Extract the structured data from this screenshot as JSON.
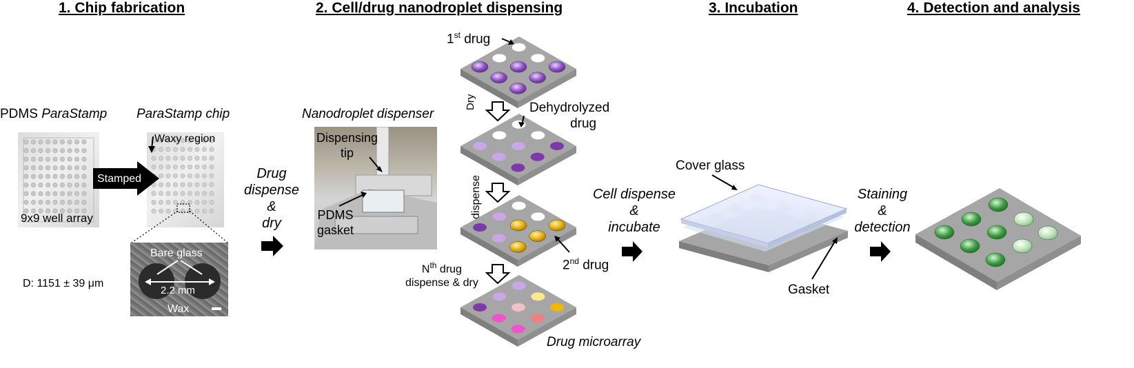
{
  "headings": {
    "step1": "1. Chip fabrication",
    "step2": "2. Cell/drug nanodroplet dispensing",
    "step3": "3. Incubation",
    "step4": "4. Detection and analysis"
  },
  "step1": {
    "pdms_prefix": "PDMS ",
    "pdms_italic": "ParaStamp",
    "chip_label": "ParaStamp chip",
    "well_array": "9x9 well array",
    "stamped_arrow": "Stamped",
    "waxy_region": "Waxy region",
    "bare_glass": "Bare glass",
    "gap_mm": "2.2 mm",
    "wax": "Wax",
    "diameter": "D: 1151 ± 39 μm"
  },
  "arrow1": {
    "line1": "Drug",
    "line2": "dispense",
    "line3": "&",
    "line4": "dry"
  },
  "step2": {
    "dispenser_title": "Nanodroplet dispenser",
    "dispensing_tip_1": "Dispensing",
    "dispensing_tip_2": "tip",
    "pdms_gasket_1": "PDMS",
    "pdms_gasket_2": "gasket",
    "first_drug_base": "1",
    "first_drug_sup": "st",
    "first_drug_tail": " drug",
    "dry": "Dry",
    "dehydrolyzed_1": "Dehydrolyzed",
    "dehydrolyzed_2": "drug",
    "dispense": "dispense",
    "second_drug_base": "2",
    "second_drug_sup": "nd",
    "second_drug_tail": " drug",
    "nth_drug_base": "N",
    "nth_drug_sup": "th",
    "nth_drug_tail": " drug",
    "nth_drug_line2": "dispense & dry",
    "drug_microarray": "Drug microarray"
  },
  "arrow2": {
    "line1": "Cell dispense",
    "line2": "&",
    "line3": "incubate"
  },
  "step3": {
    "cover_glass": "Cover glass",
    "gasket": "Gasket"
  },
  "arrow3": {
    "line1": "Staining",
    "line2": "&",
    "line3": "detection"
  },
  "colors": {
    "plate": "#a6a6a6",
    "plate_side": "#7f7f7f",
    "purple": "#7a3aa8",
    "light_purple": "#c9a6e6",
    "gold": "#e0a800",
    "pink": "#ee55cc",
    "salmon": "#f08080",
    "light_pink": "#f4c0c8",
    "pale_yellow": "#fbe98a",
    "green": "#2e8b3a",
    "light_green": "#a9d8a6"
  }
}
